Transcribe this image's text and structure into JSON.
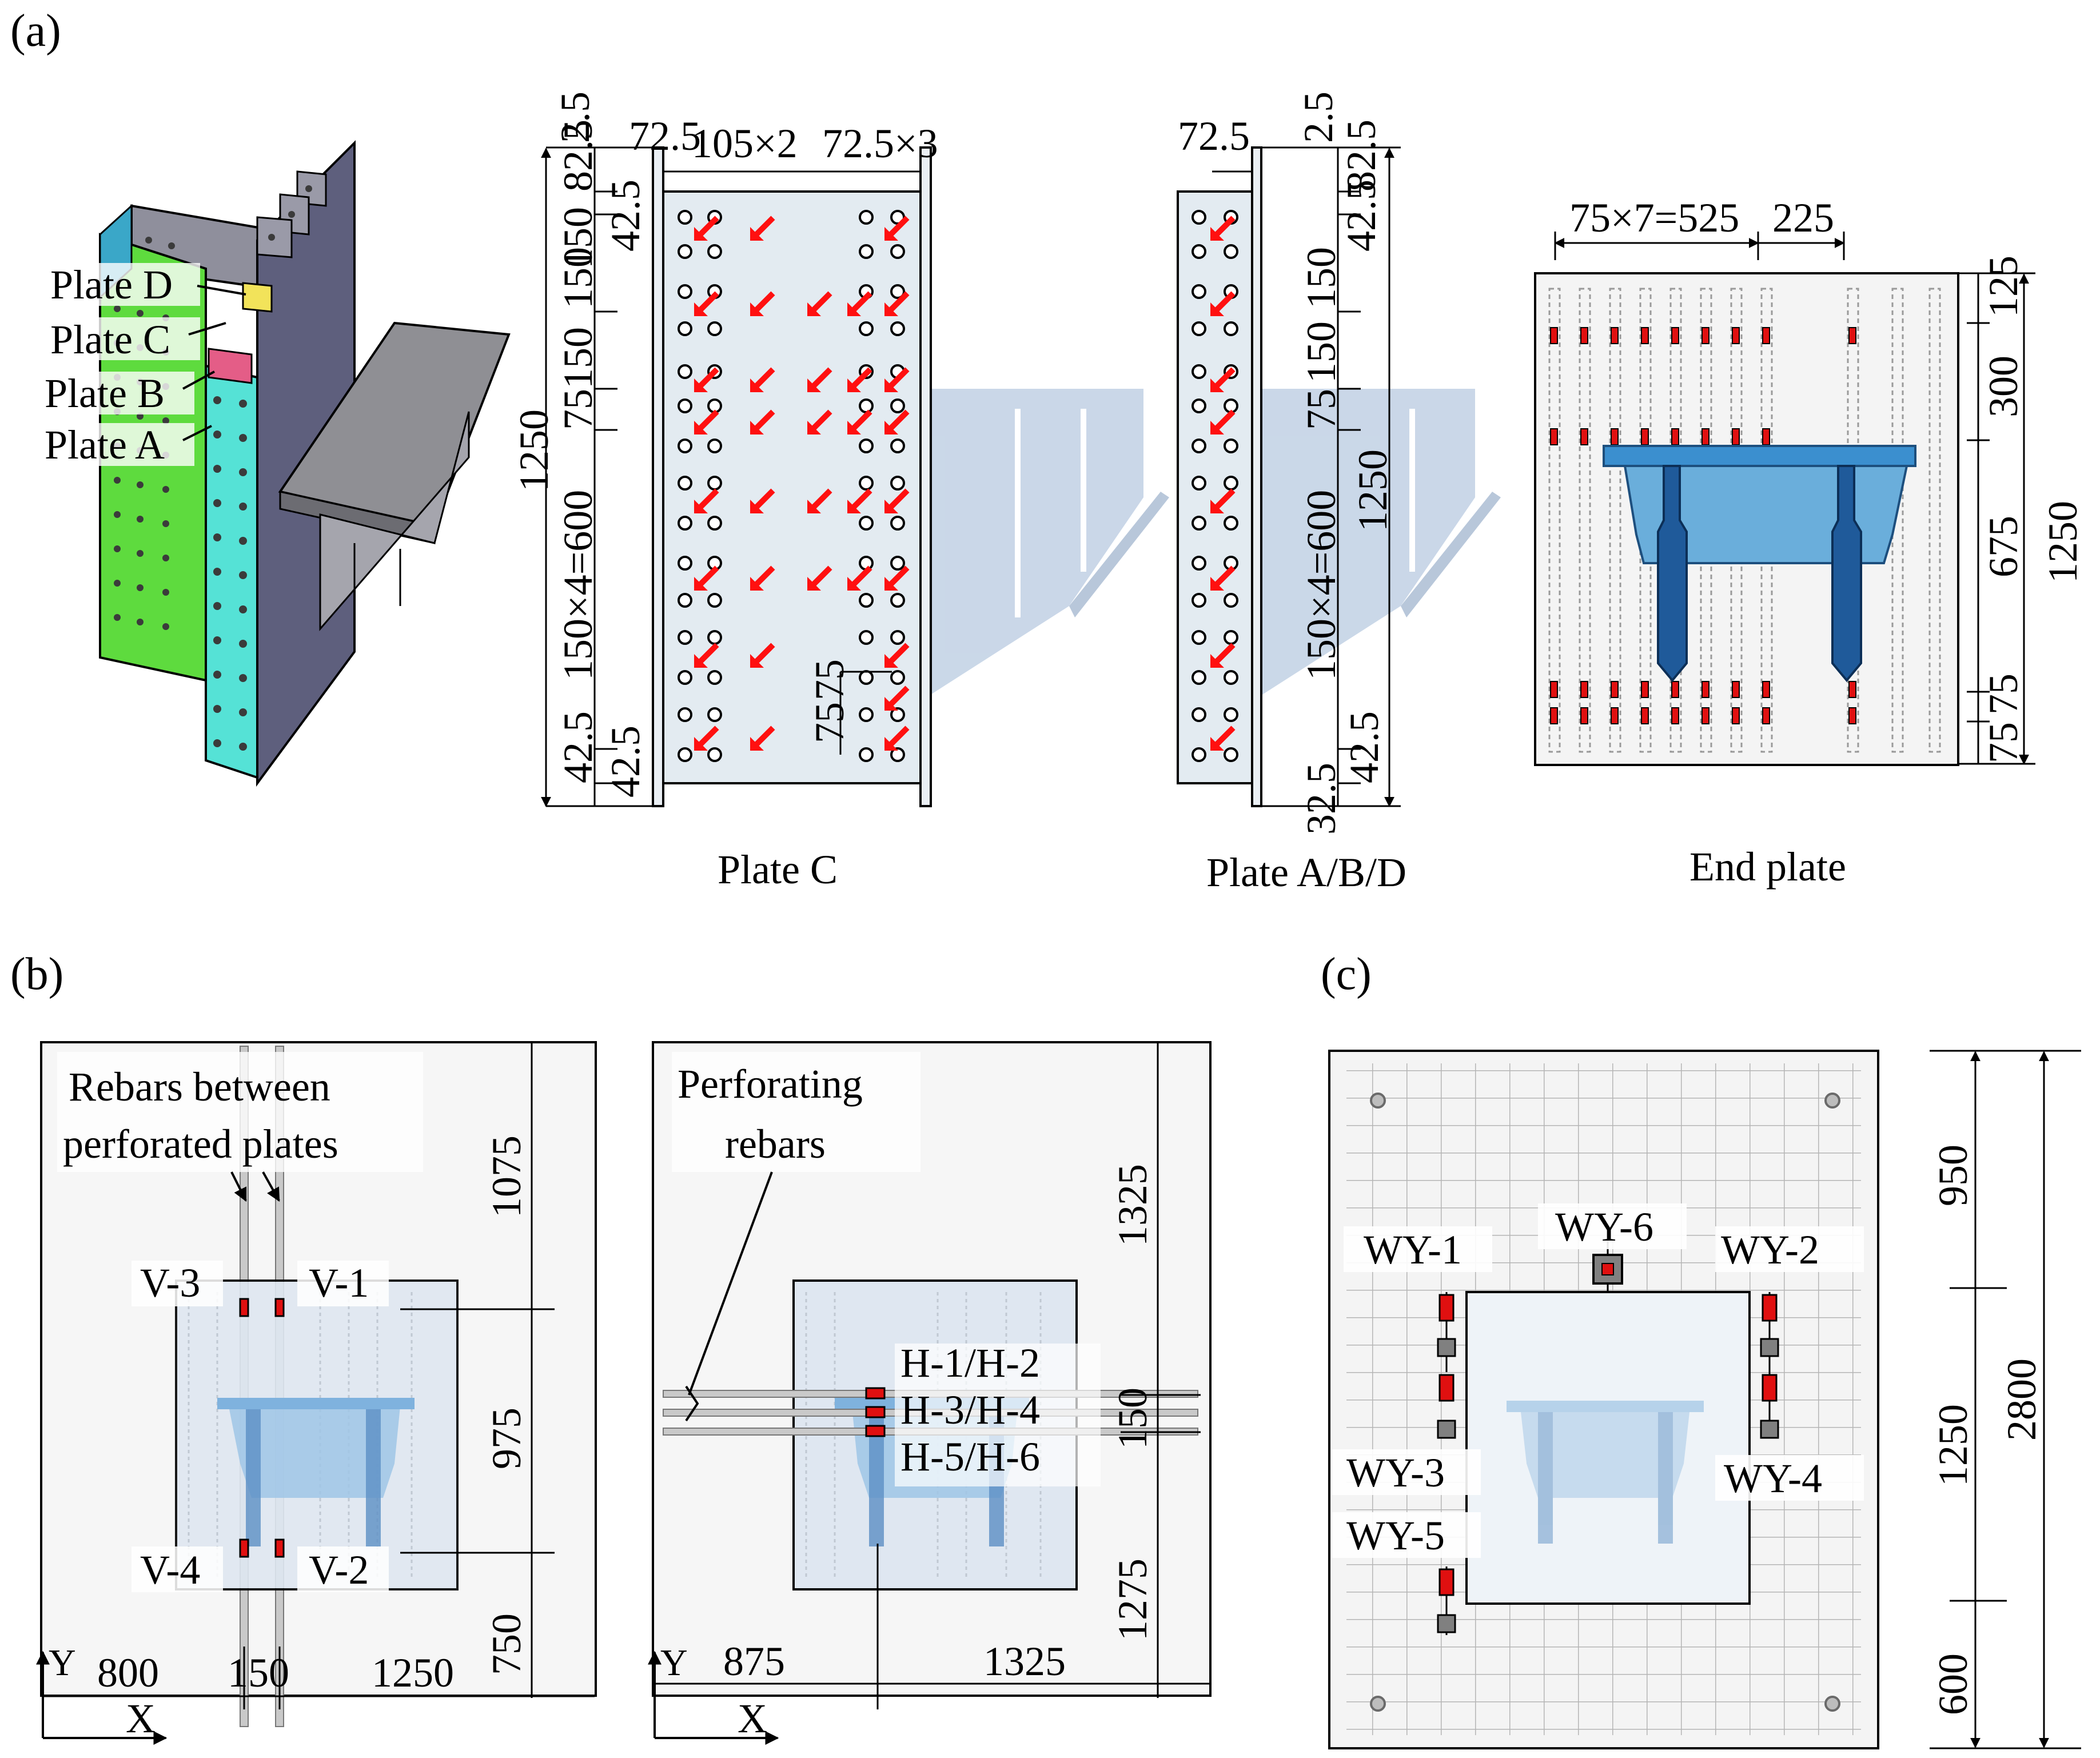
{
  "panels": {
    "a": "(a)",
    "b": "(b)",
    "c": "(c)"
  },
  "model3d": {
    "labels": [
      "Plate D",
      "Plate C",
      "Plate B",
      "Plate A"
    ]
  },
  "plate_c": {
    "caption": "Plate C",
    "top_dims": [
      "72.5",
      "105×2",
      "72.5×3"
    ],
    "left_dims": [
      "82.5",
      "42.5",
      "150",
      "150",
      "150",
      "75",
      "150×4=600",
      "42.5",
      "42.5"
    ],
    "total": "1250",
    "local_dims": [
      "75",
      "75"
    ],
    "topleft": "2.5"
  },
  "plate_abd": {
    "caption": "Plate A/B/D",
    "top_dims": [
      "72.5"
    ],
    "right_dims": [
      "82.5",
      "42.5",
      "150",
      "150",
      "75",
      "150×4=600",
      "42.5",
      "32.5"
    ],
    "total": "1250",
    "topleft": "2.5"
  },
  "end_plate": {
    "caption": "End plate",
    "top_dims": [
      "75×7=525",
      "225"
    ],
    "right_dims": [
      "125",
      "300",
      "675",
      "75",
      "75"
    ],
    "total": "1250"
  },
  "b_left": {
    "callout_line1": "Rebars between",
    "callout_line2": "perforated plates",
    "labels": [
      "V-3",
      "V-1",
      "V-4",
      "V-2"
    ],
    "vdims": [
      "1075",
      "975",
      "750"
    ],
    "hdims": [
      "800",
      "150",
      "1250"
    ],
    "axis_y": "Y",
    "axis_x": "X"
  },
  "b_right": {
    "callout_line1": "Perforating",
    "callout_line2": "rebars",
    "labels": [
      "H-1/H-2",
      "H-3/H-4",
      "H-5/H-6"
    ],
    "vdims": [
      "1325",
      "150",
      "1275"
    ],
    "hdims": [
      "875",
      "1325"
    ],
    "axis_y": "Y",
    "axis_x": "X"
  },
  "c": {
    "labels": [
      "WY-1",
      "WY-6",
      "WY-2",
      "WY-3",
      "WY-4",
      "WY-5"
    ],
    "vdims": [
      "950",
      "1250",
      "600"
    ],
    "total": "2800"
  }
}
